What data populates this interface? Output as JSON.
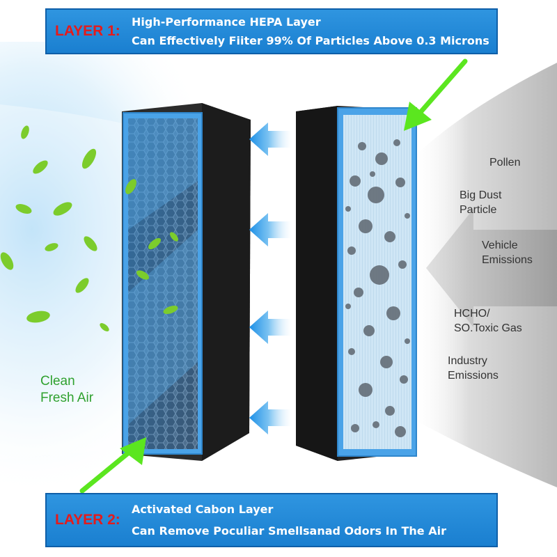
{
  "layer1": {
    "tag": "LAYER 1:",
    "title": "High-Performance HEPA Layer",
    "description": "Can Effectively Fiiter 99% Of Particles Above 0.3 Microns"
  },
  "layer2": {
    "tag": "LAYER 2:",
    "title": "Activated Cabon Layer",
    "description": "Can Remove Poculiar Smellsanad Odors In The Air"
  },
  "pollutants": {
    "pollen": "Pollen",
    "big_dust_1": "Big Dust",
    "big_dust_2": "Particle",
    "vehicle_1": "Vehicle",
    "vehicle_2": "Emissions",
    "hcho_1": "HCHO/",
    "hcho_2": "SO.Toxic Gas",
    "industry_1": "Industry",
    "industry_2": "Emissions"
  },
  "clean_air": {
    "line1": "Clean",
    "line2": "Fresh Air"
  },
  "colors": {
    "banner_blue": "#1f86d6",
    "layer_red": "#e41b1b",
    "clean_green": "#2fa12f",
    "arrow_green": "#5be61f",
    "frame_blue": "#4aa3e8"
  }
}
